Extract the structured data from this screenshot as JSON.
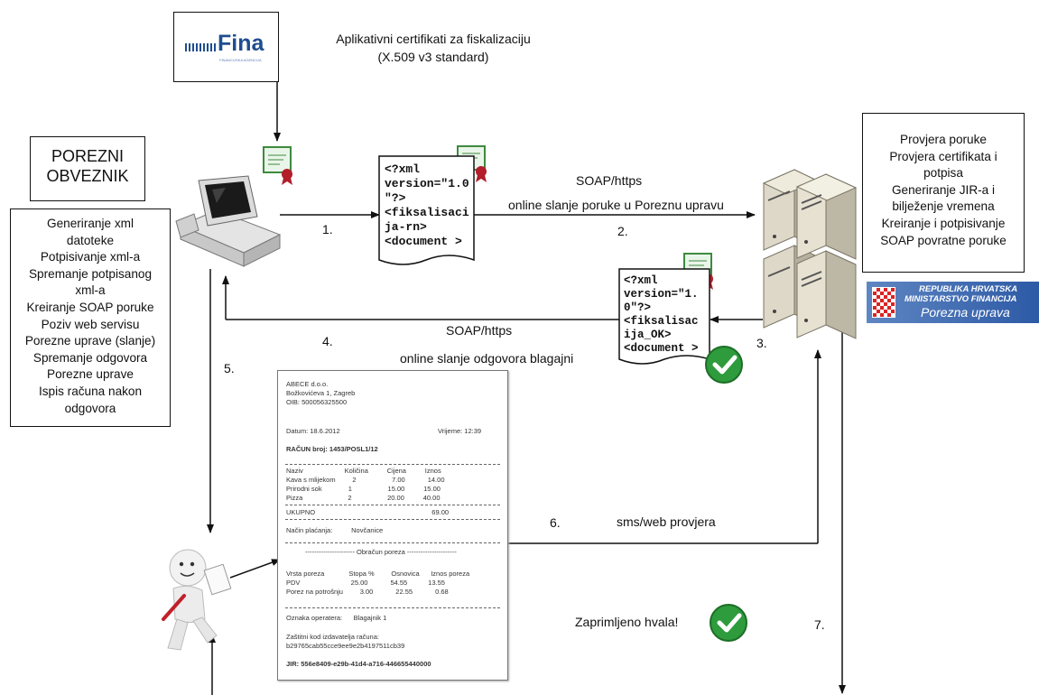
{
  "fina": {
    "logo_text": "Fina",
    "logo_sub": "FINANCIJSKA AGENCIJA"
  },
  "certificate_title": {
    "line1": "Aplikativni certifikati za fiskalizaciju",
    "line2": "(X.509 v3 standard)"
  },
  "taxpayer": {
    "line1": "POREZNI",
    "line2": "OBVEZNIK"
  },
  "client_steps": [
    "Generiranje xml",
    "datoteke",
    "Potpisivanje xml-a",
    "Spremanje potpisanog",
    "xml-a",
    "Kreiranje SOAP poruke",
    "Poziv web servisu",
    "Porezne uprave (slanje)",
    "Spremanje odgovora",
    "Porezne uprave",
    "Ispis računa nakon",
    "odgovora"
  ],
  "server_steps": [
    "Provjera poruke",
    "Provjera certifikata i",
    "potpisa",
    "Generiranje JIR-a i",
    "bilježenje vremena",
    "Kreiranje i potpisivanje",
    "SOAP povratne poruke"
  ],
  "request_doc": "<?xml\nversion=\"1.0\n\"?>\n<fiksalisaci\nja-rn>\n<document >",
  "response_doc": "<?xml\nversion=\"1.\n0\"?>\n<fiksalisac\nija_OK>\n<document >",
  "labels": {
    "soap_top": "SOAP/https",
    "send_msg": "online slanje poruke u Poreznu upravu",
    "soap_bottom": "SOAP/https",
    "send_reply": "online slanje odgovora blagajni",
    "sms": "sms/web provjera",
    "thanks": "Zaprimljeno hvala!"
  },
  "steps": {
    "s1": "1.",
    "s2": "2.",
    "s3": "3.",
    "s4": "4.",
    "s5": "5.",
    "s6": "6.",
    "s7": "7."
  },
  "ministry": {
    "line1": "REPUBLIKA HRVATSKA",
    "line2": "MINISTARSTVO FINANCIJA",
    "line3": "Porezna uprava"
  },
  "receipt": {
    "header": "ABECE d.o.o.\nBožkovićeva 1, Zagreb\nOIB: 500056325500",
    "date": "Datum: 18.6.2012",
    "time": "Vrijeme: 12:39",
    "number": "RAČUN broj: 1453/POSL1/12",
    "items": "Naziv                      Količina          Cijena          Iznos\nKava s mlijekom         2                   7.00            14.00\nPrirodni sok              1                   15.00          15.00\nPizza                        2                   20.00          40.00",
    "total": "UKUPNO                                                              69.00",
    "payment": "Način plaćanja:          Novčanice",
    "tax_title": "---------------------- Obračun poreza ----------------------",
    "tax_rows": "Vrsta poreza             Stopa %         Osnovica      Iznos poreza\nPDV                           25.00            54.55           13.55\nPorez na potrošnju         3.00            22.55            0.68",
    "operator": "Oznaka operatera:      Blagajnik 1",
    "zki": "Zaštitni kod izdavatelja računa:\nb29765cab55cce9ee9e2b4197511cb39",
    "jir": "JIR: 556e8409-e29b-41d4-a716-446655440000"
  }
}
